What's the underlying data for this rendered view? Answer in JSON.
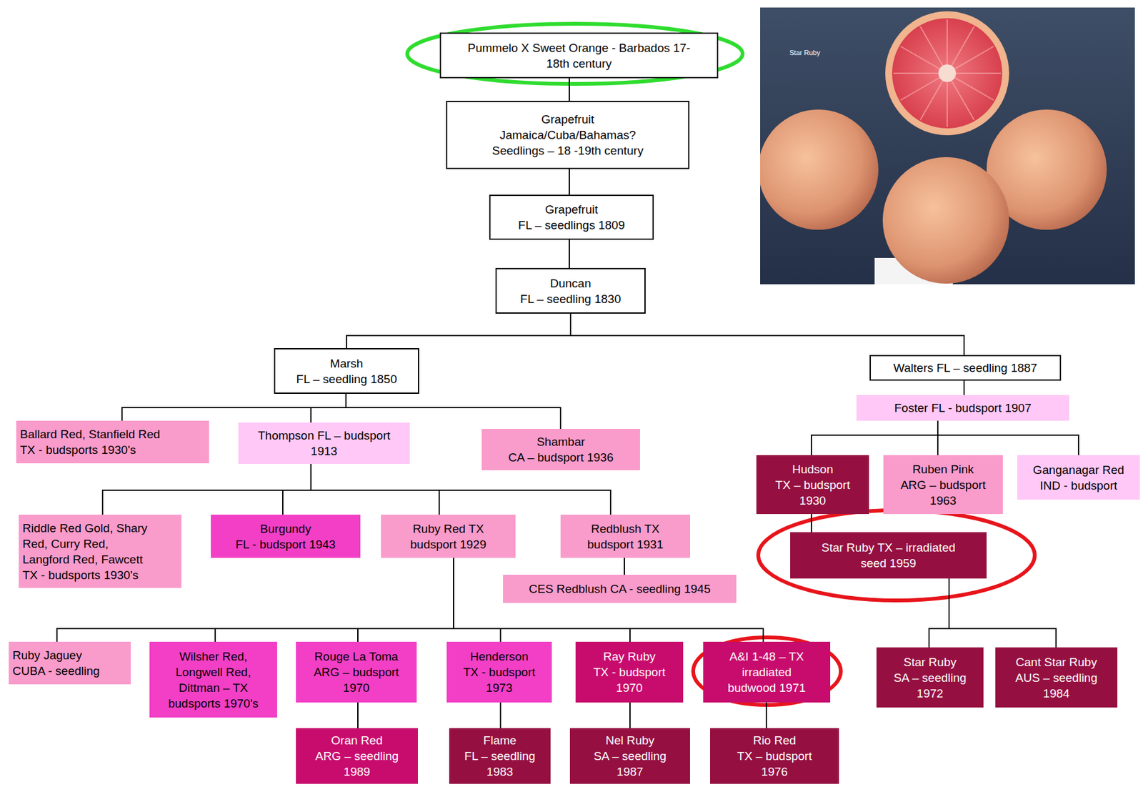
{
  "diagram": {
    "nodes": [
      {
        "text": [
          "Pummelo X Sweet Orange - Barbados 17-18th century"
        ]
      },
      {
        "text": [
          "Grapefruit",
          "Jamaica/Cuba/Bahamas? Seedlings – 18 -19th century"
        ]
      },
      {
        "text": [
          "Grapefruit",
          "FL – seedlings 1809"
        ]
      },
      {
        "text": [
          "Duncan",
          "FL – seedling 1830"
        ]
      },
      {
        "text": [
          "Marsh",
          "FL – seedling 1850"
        ]
      },
      {
        "text": [
          "Walters FL – seedling 1887"
        ]
      },
      {
        "text": [
          "Ballard Red, Stanfield Red",
          "TX - budsports 1930's"
        ]
      },
      {
        "text": [
          "Thompson FL – budsport 1913"
        ]
      },
      {
        "text": [
          "Shambar",
          "CA – budsport 1936"
        ]
      },
      {
        "text": [
          "Foster FL - budsport 1907"
        ]
      },
      {
        "text": [
          "Hudson",
          "TX – budsport 1930"
        ]
      },
      {
        "text": [
          "Ruben Pink",
          "ARG – budsport 1963"
        ]
      },
      {
        "text": [
          "Ganganagar Red",
          "IND - budsport"
        ]
      },
      {
        "text": [
          "Riddle Red Gold, Shary Red, Curry Red, Langford Red, Fawcett",
          "TX - budsports 1930's"
        ]
      },
      {
        "text": [
          "Burgundy",
          "FL - budsport 1943"
        ]
      },
      {
        "text": [
          "Ruby Red TX budsport 1929"
        ]
      },
      {
        "text": [
          "Redblush TX budsport 1931"
        ]
      },
      {
        "text": [
          "Star Ruby TX – irradiated seed 1959"
        ]
      },
      {
        "text": [
          "CES Redblush CA - seedling 1945"
        ]
      },
      {
        "text": [
          "Ruby Jaguey",
          "CUBA - seedling"
        ]
      },
      {
        "text": [
          "Wilsher Red, Longwell Red, Dittman – TX budsports 1970's"
        ]
      },
      {
        "text": [
          "Rouge La Toma",
          "ARG – budsport 1970"
        ]
      },
      {
        "text": [
          "Henderson",
          "TX - budsport 1973"
        ]
      },
      {
        "text": [
          "Ray Ruby",
          "TX - budsport 1970"
        ]
      },
      {
        "text": [
          "A&I 1-48 – TX irradiated budwood 1971"
        ]
      },
      {
        "text": [
          "Star Ruby",
          "SA – seedling 1972"
        ]
      },
      {
        "text": [
          "Cant Star Ruby",
          "AUS – seedling 1984"
        ]
      },
      {
        "text": [
          "Oran Red",
          "ARG – seedling 1989"
        ]
      },
      {
        "text": [
          "Flame",
          "FL – seedling 1983"
        ]
      },
      {
        "text": [
          "Nel Ruby",
          "SA – seedling 1987"
        ]
      },
      {
        "text": [
          "Rio Red",
          "TX – budsport 1976"
        ]
      }
    ],
    "edges": [
      {
        "from": 0,
        "to": 1,
        "arrow": "none"
      },
      {
        "from": 1,
        "to": 2,
        "arrow": "none"
      },
      {
        "from": 2,
        "to": 3,
        "arrow": "none"
      },
      {
        "from": 3,
        "to": 4,
        "arrow": "none"
      },
      {
        "from": 3,
        "to": 5,
        "arrow": "none"
      },
      {
        "from": 4,
        "to": 6,
        "arrow": "none"
      },
      {
        "from": 4,
        "to": 7,
        "arrow": "none"
      },
      {
        "from": 4,
        "to": 8,
        "arrow": "none"
      },
      {
        "from": 5,
        "to": 9,
        "arrow": "none"
      },
      {
        "from": 9,
        "to": 10,
        "arrow": "none"
      },
      {
        "from": 9,
        "to": 11,
        "arrow": "none"
      },
      {
        "from": 9,
        "to": 12,
        "arrow": "none"
      },
      {
        "from": 7,
        "to": 13,
        "arrow": "none"
      },
      {
        "from": 7,
        "to": 14,
        "arrow": "none"
      },
      {
        "from": 7,
        "to": 15,
        "arrow": "none"
      },
      {
        "from": 7,
        "to": 16,
        "arrow": "none"
      },
      {
        "from": 10,
        "to": 17,
        "arrow": "none"
      },
      {
        "from": 16,
        "to": 18,
        "arrow": "none"
      },
      {
        "from": 15,
        "to": 19,
        "arrow": "none"
      },
      {
        "from": 15,
        "to": 20,
        "arrow": "none"
      },
      {
        "from": 15,
        "to": 21,
        "arrow": "none"
      },
      {
        "from": 15,
        "to": 22,
        "arrow": "none"
      },
      {
        "from": 15,
        "to": 23,
        "arrow": "none"
      },
      {
        "from": 15,
        "to": 24,
        "arrow": "none"
      },
      {
        "from": 17,
        "to": 25,
        "arrow": "none"
      },
      {
        "from": 17,
        "to": 26,
        "arrow": "none"
      },
      {
        "from": 21,
        "to": 27,
        "arrow": "none"
      },
      {
        "from": 22,
        "to": 28,
        "arrow": "none"
      },
      {
        "from": 23,
        "to": 29,
        "arrow": "none"
      },
      {
        "from": 24,
        "to": 30,
        "arrow": "none"
      }
    ],
    "labels": [
      "Star Ruby"
    ]
  }
}
